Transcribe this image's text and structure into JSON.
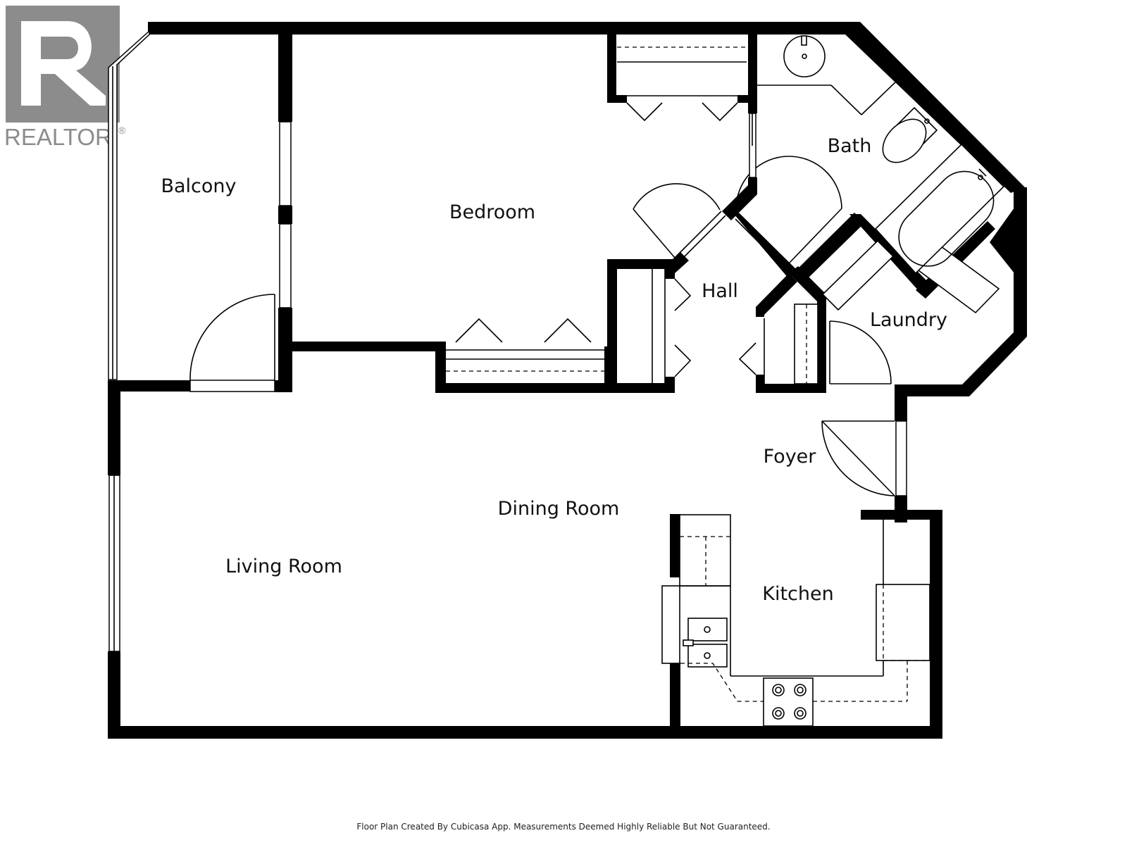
{
  "logo": {
    "name": "realtor-logo",
    "text": "REALTOR",
    "mark": "®"
  },
  "rooms": {
    "balcony": "Balcony",
    "bedroom": "Bedroom",
    "bath": "Bath",
    "hall": "Hall",
    "laundry": "Laundry",
    "foyer": "Foyer",
    "dining": "Dining Room",
    "living": "Living Room",
    "kitchen": "Kitchen"
  },
  "footer": {
    "credit": "Floor Plan Created By Cubicasa App. Measurements Deemed Highly Reliable But Not Guaranteed."
  },
  "colors": {
    "wall": "#000000",
    "logo": "#8c8c8c",
    "background": "#ffffff"
  }
}
